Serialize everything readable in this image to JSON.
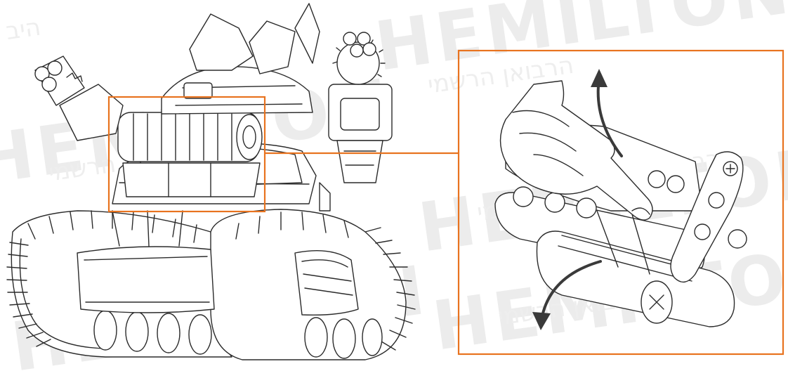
{
  "watermark": {
    "latin": "HEMILTON",
    "hebrew": "הרבואן הרשמי",
    "hebrew_short": "היב"
  },
  "colors": {
    "highlight": "#e8731f",
    "line": "#2b2b2b",
    "watermark": "#ececec",
    "background": "#ffffff"
  },
  "icons": [
    "rotate-up-arrow-icon",
    "rotate-down-arrow-icon",
    "pointing-hand-icon"
  ]
}
